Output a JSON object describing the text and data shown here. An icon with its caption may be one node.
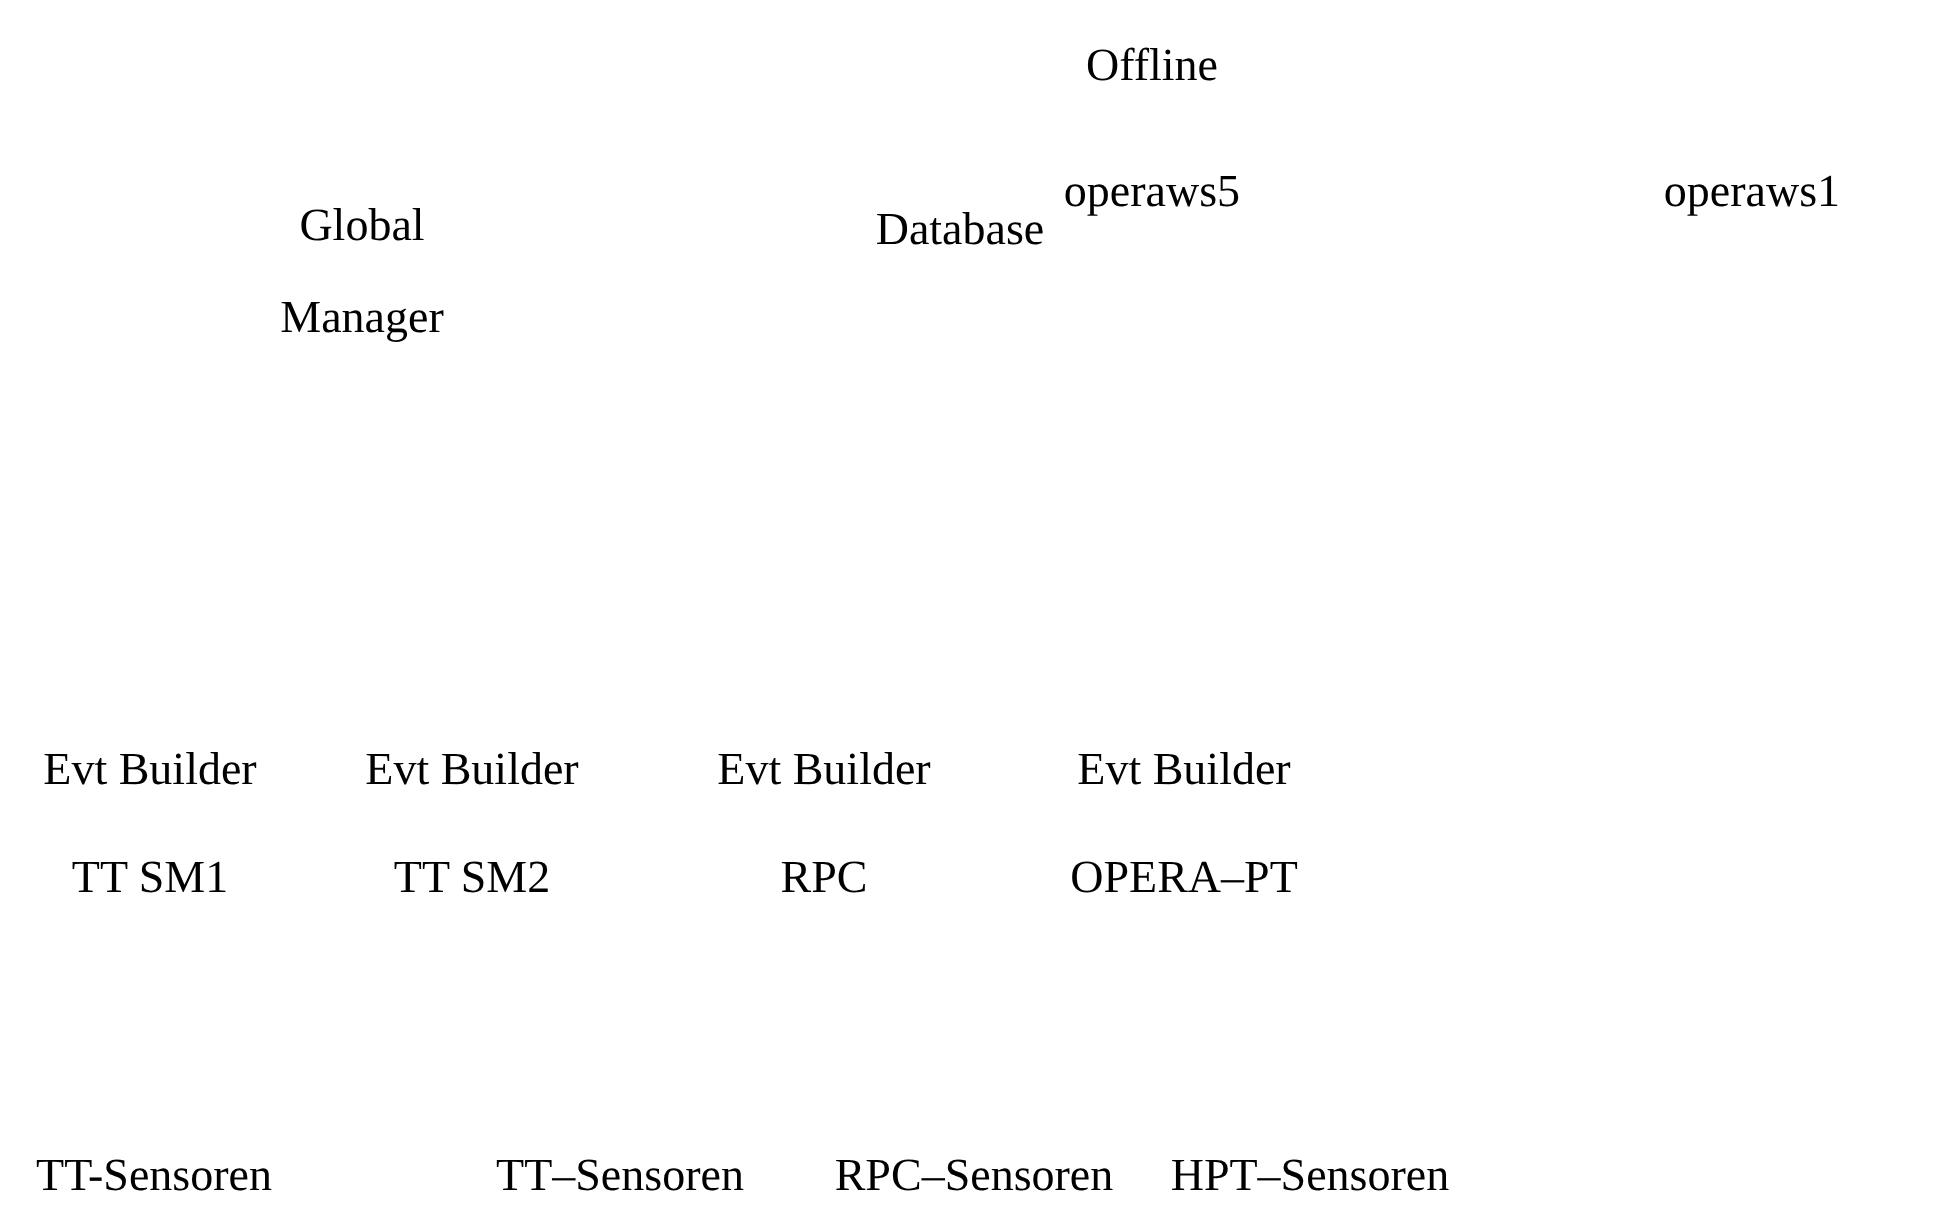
{
  "diagram": {
    "labels": [
      "Offline",
      "Global Manager",
      "Database",
      "operaws5",
      "operaws1",
      "Evt Builder TT SM1",
      "Evt Builder TT SM2",
      "Evt Builder RPC",
      "Evt Builder OPERA–PT",
      "TT-Sensoren",
      "TT–Sensoren",
      "RPC–Sensoren",
      "HPT–Sensoren"
    ]
  }
}
